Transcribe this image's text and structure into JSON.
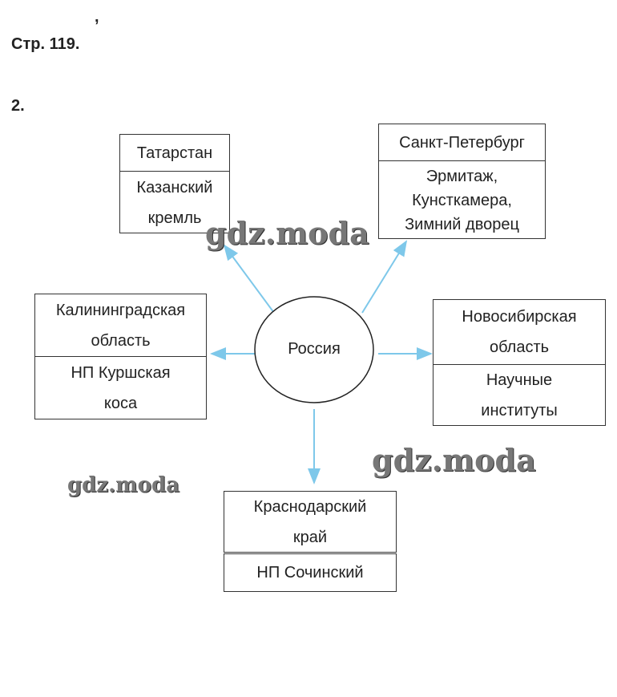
{
  "page_label": "Стр. 119.",
  "task_number": "2.",
  "comma": ",",
  "center": "Россия",
  "nodes": {
    "tatarstan": {
      "region": "Татарстан",
      "sight": [
        "Казанский",
        "кремль"
      ]
    },
    "spb": {
      "region": "Санкт-Петербург",
      "sight": [
        "Эрмитаж,",
        "Кунсткамера,",
        "Зимний дворец"
      ]
    },
    "kaliningrad": {
      "region": [
        "Калининградская",
        "область"
      ],
      "sight": [
        "НП Куршская",
        "коса"
      ]
    },
    "novosibirsk": {
      "region": [
        "Новосибирская",
        "область"
      ],
      "sight": [
        "Научные",
        "институты"
      ]
    },
    "krasnodar": {
      "region": [
        "Краснодарский",
        "край"
      ],
      "sight": "НП Сочинский"
    }
  },
  "watermark": "gdz.moda",
  "colors": {
    "arrow": "#7ec8ea"
  }
}
